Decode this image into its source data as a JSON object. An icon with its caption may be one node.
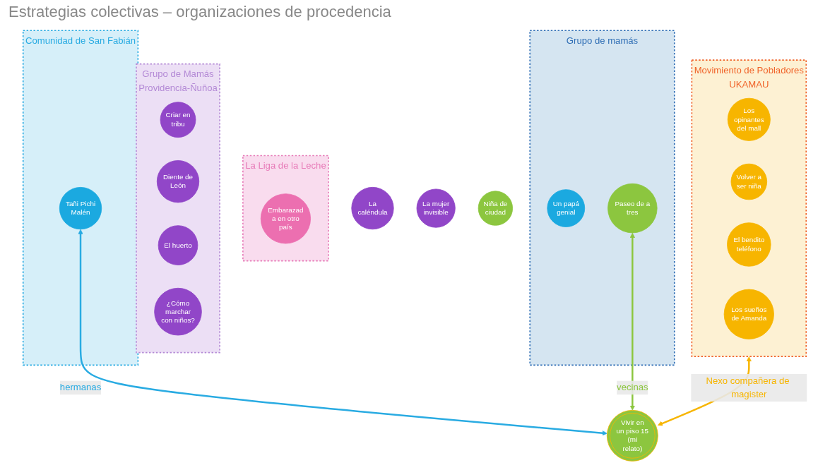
{
  "diagram": {
    "title": "Estrategias colectivas – organizaciones de procedencia",
    "nodes": [
      {
        "text": [
          "Comunidad de San Fabián"
        ]
      },
      {
        "text": [
          "Tañi Pichi Malén"
        ],
        "in": 0
      },
      {
        "text": [
          "La Liga de la Leche"
        ]
      },
      {
        "text": [
          "Embarazad a en otro país"
        ],
        "in": 2
      },
      {
        "text": [
          "Grupo de mamás"
        ]
      },
      {
        "text": [
          "Un papá genial"
        ],
        "in": 4
      },
      {
        "text": [
          "Paseo de a tres"
        ],
        "in": 4
      },
      {
        "text": [
          "Grupo de Mamás Providencia-Ñuñoa"
        ]
      },
      {
        "text": [
          "La caléndula"
        ]
      },
      {
        "text": [
          "La mujer invisible"
        ]
      },
      {
        "text": [
          "Criar en tribu"
        ],
        "in": 7
      },
      {
        "text": [
          "Diente de León"
        ],
        "in": 7
      },
      {
        "text": [
          "El huerto"
        ],
        "in": 7
      },
      {
        "text": [
          "Movimiento de Pobladores UKAMAU"
        ]
      },
      {
        "text": [
          "Los opinantes del mall"
        ],
        "in": 13
      },
      {
        "text": [
          "Volver a ser niña"
        ],
        "in": 13
      },
      {
        "text": [
          "El bendito teléfono"
        ],
        "in": 13
      },
      {
        "text": [
          "Los sueños de Amanda"
        ],
        "in": 13
      },
      {
        "text": [
          "Vivir en un piso 15 (mi relato)"
        ]
      },
      {
        "text": [
          "Niña de ciudad"
        ]
      },
      {
        "text": [
          "¿Cómo marchar con niños?"
        ],
        "in": 7
      }
    ],
    "edges": [
      {
        "from": 18,
        "to": 1,
        "arrow": "both",
        "label": "hermanas",
        "color": "#29abe2"
      },
      {
        "from": 18,
        "to": 6,
        "arrow": "both",
        "label": "vecinas",
        "color": "#8cc63f"
      },
      {
        "from": 13,
        "to": 18,
        "arrow": "both",
        "label": "Nexo compañera de magister",
        "color": "#f7b500"
      }
    ]
  }
}
